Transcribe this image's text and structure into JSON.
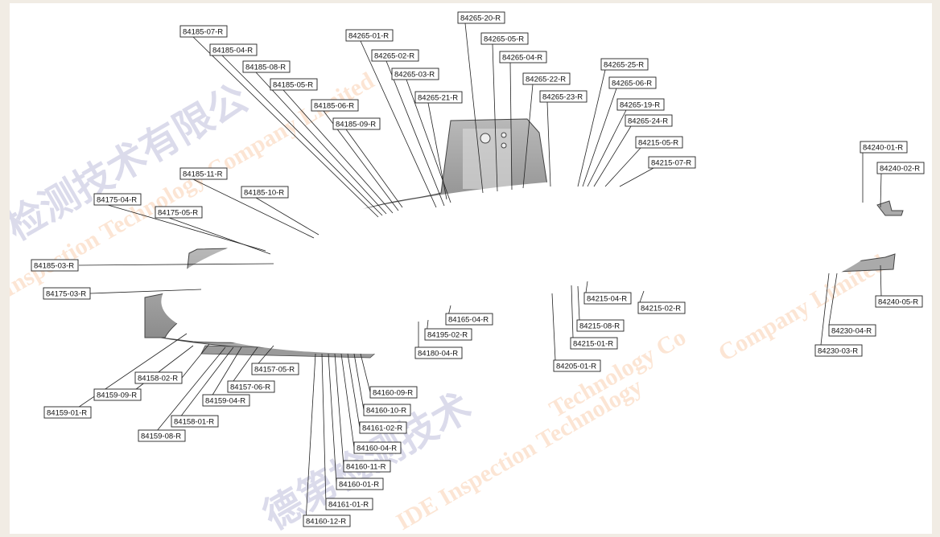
{
  "watermark": {
    "cn_1": "检测技术有限公",
    "cn_2": "有限公",
    "cn_3": "德第检测技术",
    "en_1": "Inspection Technology Company Limited",
    "en_2": "Company Limited",
    "en_3": "IDE Inspection Technology",
    "en_4": "Technology Co"
  },
  "callouts": [
    "84185-07-R",
    "84185-04-R",
    "84185-08-R",
    "84185-05-R",
    "84185-06-R",
    "84185-09-R",
    "84265-01-R",
    "84265-02-R",
    "84265-03-R",
    "84265-21-R",
    "84265-20-R",
    "84265-05-R",
    "84265-04-R",
    "84265-22-R",
    "84265-23-R",
    "84265-25-R",
    "84265-06-R",
    "84265-19-R",
    "84265-24-R",
    "84215-05-R",
    "84215-07-R",
    "84185-11-R",
    "84185-10-R",
    "84175-04-R",
    "84175-05-R",
    "84185-03-R",
    "84175-03-R",
    "84240-01-R",
    "84240-02-R",
    "84240-05-R",
    "84230-04-R",
    "84230-03-R",
    "84215-04-R",
    "84215-02-R",
    "84215-08-R",
    "84215-01-R",
    "84205-01-R",
    "84165-04-R",
    "84195-02-R",
    "84180-04-R",
    "84157-05-R",
    "84157-06-R",
    "84158-02-R",
    "84159-09-R",
    "84159-04-R",
    "84158-01-R",
    "84159-08-R",
    "84159-01-R",
    "84160-09-R",
    "84160-10-R",
    "84161-02-R",
    "84160-04-R",
    "84160-11-R",
    "84160-01-R",
    "84161-01-R",
    "84160-12-R"
  ]
}
